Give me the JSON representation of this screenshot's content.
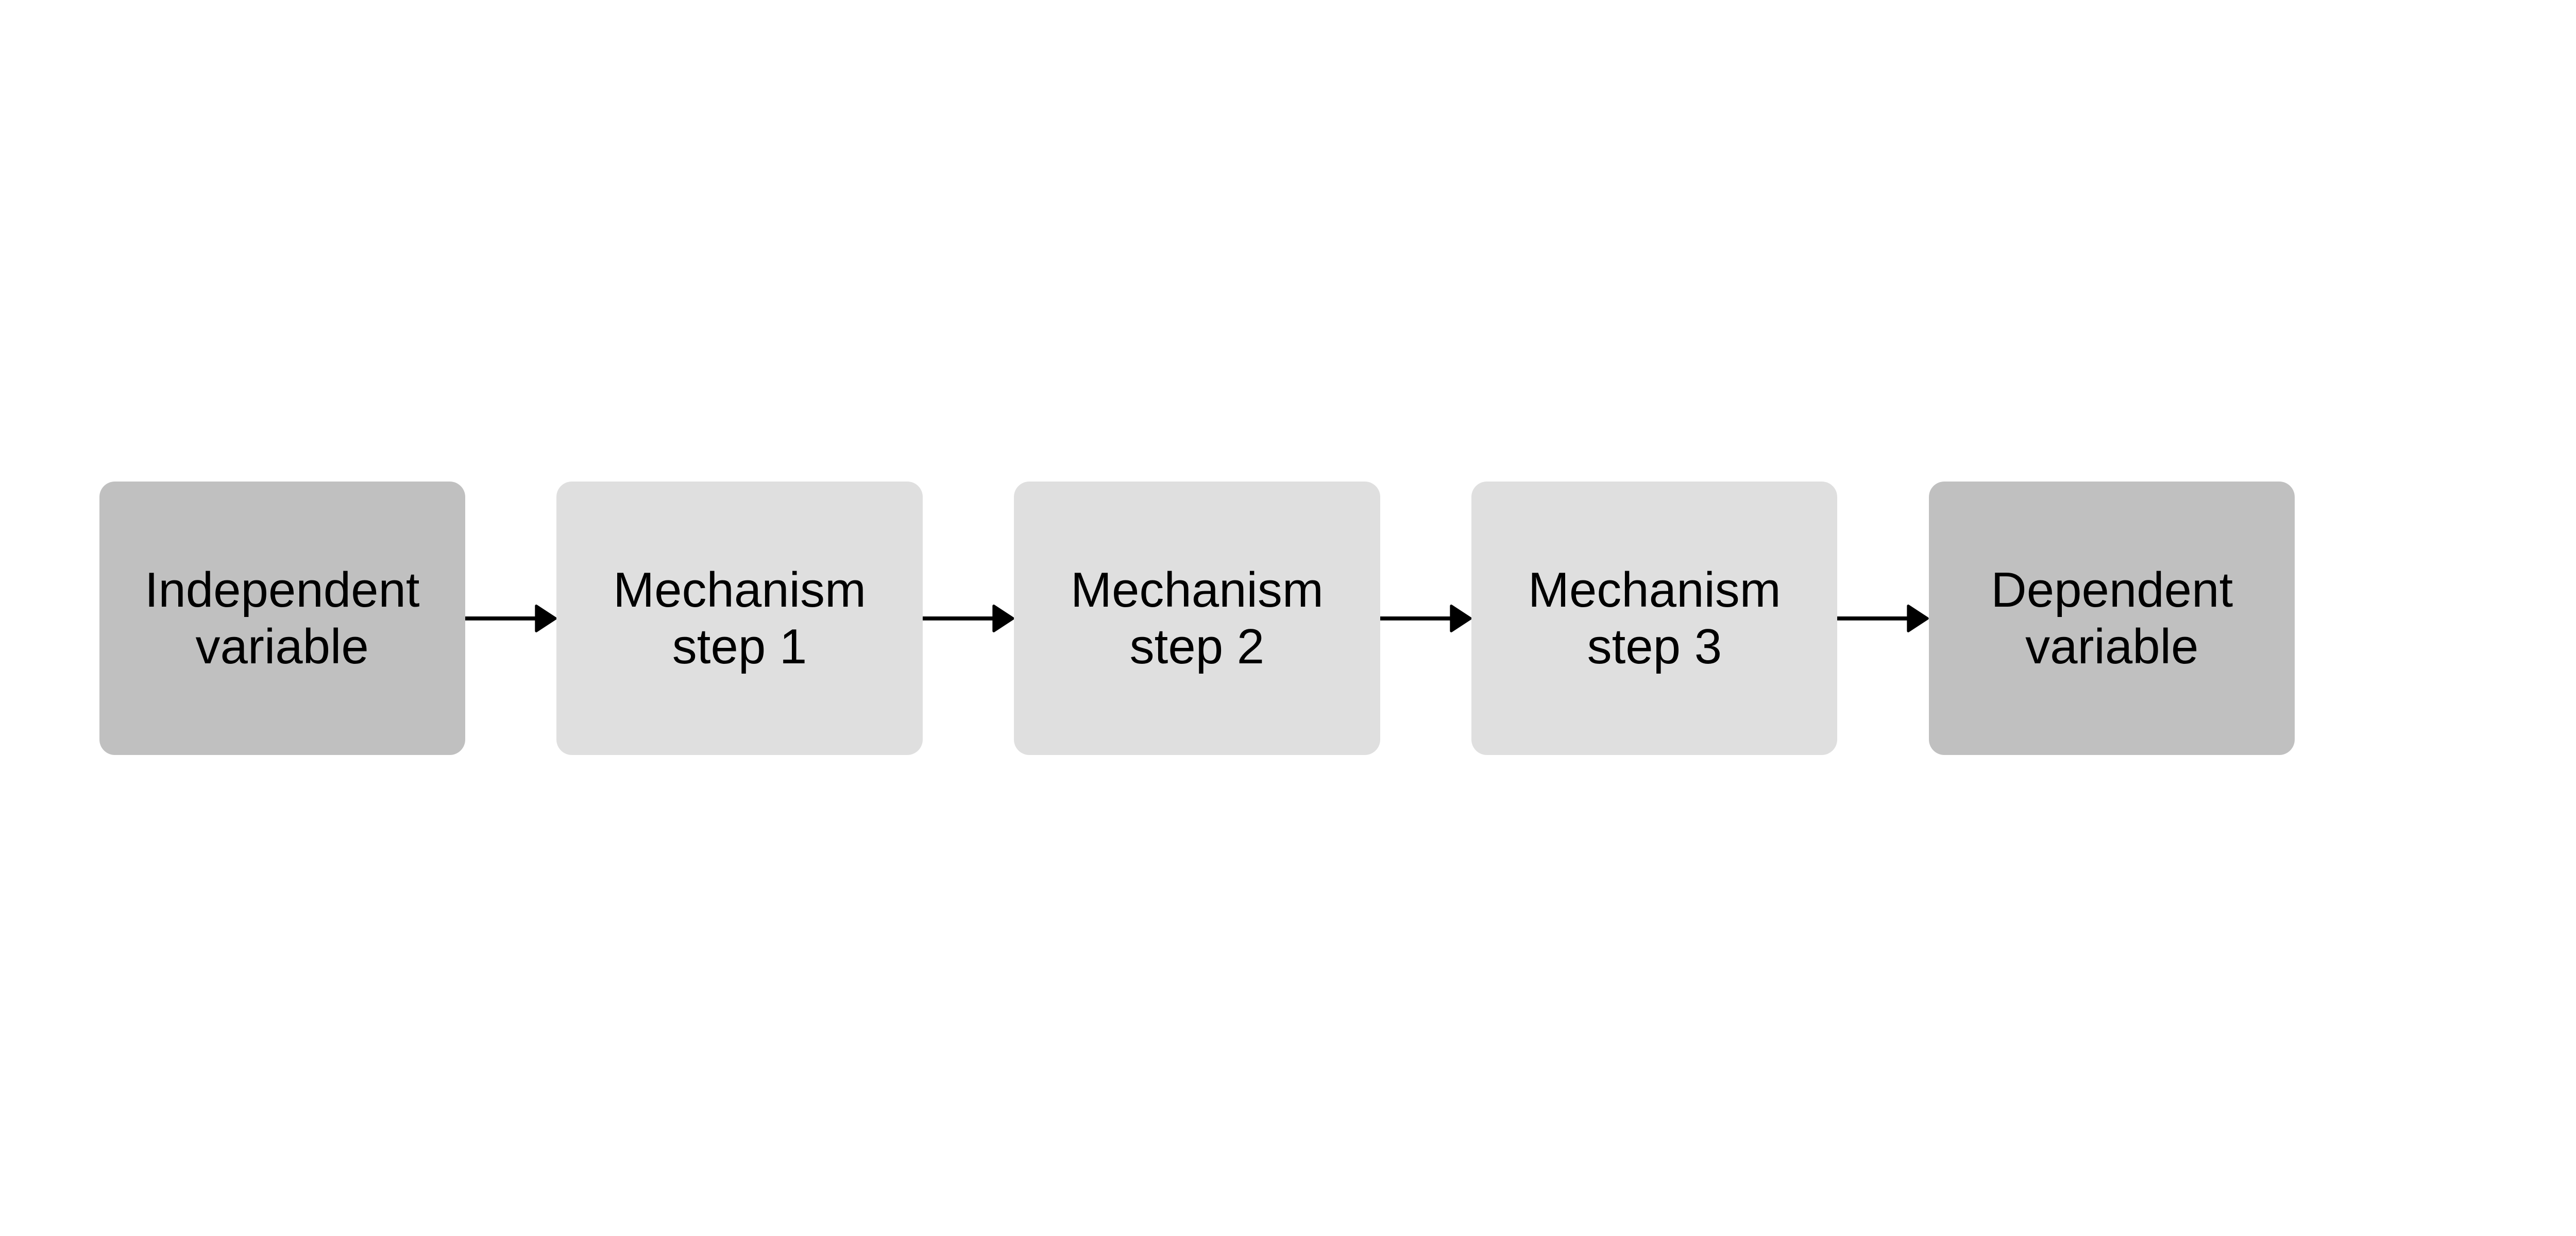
{
  "nodes": [
    {
      "label": "Independent variable",
      "role": "independent",
      "color": "#c0c0c0"
    },
    {
      "label": "Mechanism step 1",
      "role": "mechanism",
      "color": "#dfdfdf"
    },
    {
      "label": "Mechanism step 2",
      "role": "mechanism",
      "color": "#dfdfdf"
    },
    {
      "label": "Mechanism step 3",
      "role": "mechanism",
      "color": "#dfdfdf"
    },
    {
      "label": "Dependent variable",
      "role": "dependent",
      "color": "#c0c0c0"
    }
  ],
  "edges": [
    {
      "from": 0,
      "to": 1
    },
    {
      "from": 1,
      "to": 2
    },
    {
      "from": 2,
      "to": 3
    },
    {
      "from": 3,
      "to": 4
    }
  ],
  "arrow_color": "#000000"
}
